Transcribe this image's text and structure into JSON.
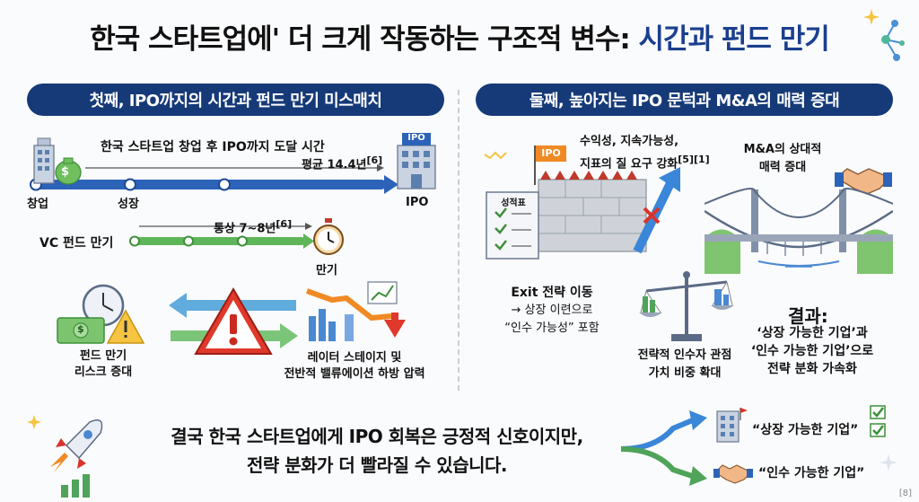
{
  "title": {
    "main": "한국 스타트업에' 더 크게 작동하는 구조적 변수: ",
    "highlight": "시간과 펀드 만기"
  },
  "left": {
    "header": "첫째, IPO까지의 시간과 펀드 만기 미스매치",
    "timeline_title": "한국 스타트업 창업 후 IPO까지 도달 시간",
    "avg_label": "평균 14.4년",
    "avg_ref": "[6]",
    "stages": [
      "창업",
      "성장",
      "IPO"
    ],
    "ipo_sign": "IPO",
    "vc_label": "VC 펀드 만기",
    "vc_term": "통상 7~8년",
    "vc_ref": "[6]",
    "maturity_label": "만기",
    "risk_label_1": "펀드 만기",
    "risk_label_2": "리스크 증대",
    "pressure_label_1": "레이터 스테이지 및",
    "pressure_label_2": "전반적 밸류에이션 하방 압력",
    "money_symbol": "$"
  },
  "right": {
    "header": "둘째, 높아지는 IPO 문턱과 M&A의 매력 증대",
    "ipo_sign": "IPO",
    "scorecard_label": "성적표",
    "req_line1": "수익성, 지속가능성,",
    "req_line2": "지표의 질 요구 강화",
    "req_ref": "[5][1]",
    "ma_line1": "M&A의 상대적",
    "ma_line2": "매력 증대",
    "exit_line1": "Exit 전략 이동",
    "exit_line2": "→ 상장 이련으로",
    "exit_line3": "“인수 가능성” 포함",
    "scale_line1": "전략적 인수자 관점",
    "scale_line2": "가치 비중 확대",
    "result_title": "결과:",
    "result_line1": "‘상장 가능한 기업’과",
    "result_line2": "‘인수 가능한 기업’으로",
    "result_line3": "전략 분화 가속화"
  },
  "bottom": {
    "line1": "결국 한국 스타트업에게 IPO 회복은 긍정적 신호이지만,",
    "line2": "전략 분화가 더 빨라질 수 있습니다.",
    "branch_top": "“상장 가능한 기업”",
    "branch_bottom": "“인수 가능한 기업”"
  },
  "source": "[8]",
  "colors": {
    "navy": "#163a78",
    "green": "#5fb55a",
    "blue_arrow": "#3a86d8",
    "orange": "#f08a24",
    "red": "#d9342b",
    "yellow": "#f6c443"
  }
}
